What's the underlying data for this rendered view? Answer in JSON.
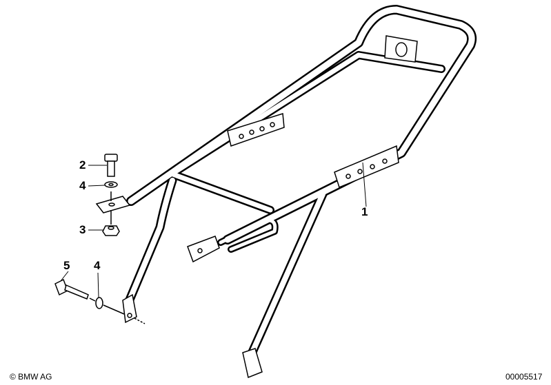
{
  "callouts": [
    {
      "id": "1",
      "part": "frame"
    },
    {
      "id": "2",
      "part": "hex-bolt"
    },
    {
      "id": "4",
      "part": "washer-upper"
    },
    {
      "id": "3",
      "part": "hex-nut"
    },
    {
      "id": "5",
      "part": "hex-bolt-long"
    },
    {
      "id": "4",
      "part": "washer-lower"
    }
  ],
  "footer": {
    "copyright": "© BMW AG",
    "diagram_number": "00005517"
  }
}
